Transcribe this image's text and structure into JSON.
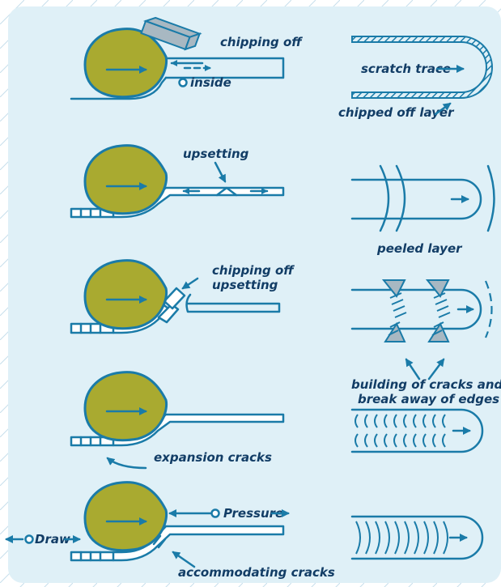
{
  "labels": {
    "chipping_off": "chipping off",
    "inside": "inside",
    "scratch_trace": "scratch trace",
    "chipped_off_layer": "chipped off layer",
    "upsetting": "upsetting",
    "peeled_layer": "peeled layer",
    "chipping_off_2": "chipping off",
    "upsetting_2": "upsetting",
    "cracks_line1": "building of cracks and",
    "cracks_line2": "break away of edges",
    "expansion_cracks": "expansion cracks",
    "pressure": "Pressure",
    "draw": "Draw",
    "accommodating_cracks": "accommodating cracks"
  },
  "colors": {
    "background": "#dff0f7",
    "stroke": "#1a7ba8",
    "blob": "#a9aa30",
    "text": "#123d66"
  }
}
